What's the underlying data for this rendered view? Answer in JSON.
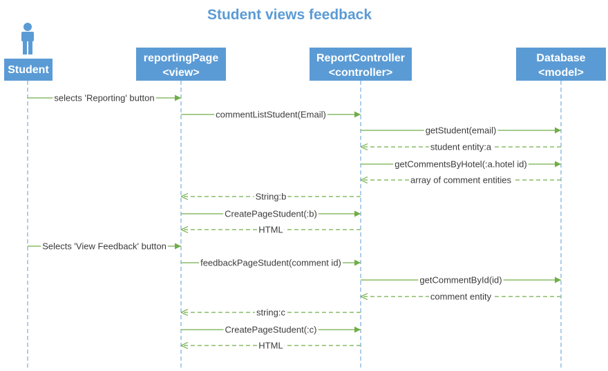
{
  "title": "Student views feedback",
  "colors": {
    "lifeline_box": "#5B9BD5",
    "message": "#70AD47",
    "title": "#5B9BD5"
  },
  "participants": [
    {
      "id": "student",
      "name": "Student",
      "stereotype": "",
      "kind": "actor",
      "icon": "person-icon"
    },
    {
      "id": "view",
      "name": "reportingPage",
      "stereotype": "<view>",
      "kind": "box"
    },
    {
      "id": "controller",
      "name": "ReportController",
      "stereotype": "<controller>",
      "kind": "box"
    },
    {
      "id": "model",
      "name": "Database",
      "stereotype": "<model>",
      "kind": "box"
    }
  ],
  "messages": [
    {
      "from": "student",
      "to": "view",
      "label": "selects 'Reporting' button",
      "style": "solid"
    },
    {
      "from": "view",
      "to": "controller",
      "label": "commentListStudent(Email)",
      "style": "solid"
    },
    {
      "from": "controller",
      "to": "model",
      "label": "getStudent(email)",
      "style": "solid"
    },
    {
      "from": "model",
      "to": "controller",
      "label": "student entity:a",
      "style": "dashed"
    },
    {
      "from": "controller",
      "to": "model",
      "label": "getCommentsByHotel(:a.hotel id)",
      "style": "solid"
    },
    {
      "from": "model",
      "to": "controller",
      "label": "array of comment entities",
      "style": "dashed"
    },
    {
      "from": "controller",
      "to": "view",
      "label": "String:b",
      "style": "dashed"
    },
    {
      "from": "view",
      "to": "controller",
      "label": "CreatePageStudent(:b)",
      "style": "solid"
    },
    {
      "from": "controller",
      "to": "view",
      "label": "HTML",
      "style": "dashed"
    },
    {
      "from": "student",
      "to": "view",
      "label": "Selects 'View Feedback' button",
      "style": "solid"
    },
    {
      "from": "view",
      "to": "controller",
      "label": "feedbackPageStudent(comment id)",
      "style": "solid"
    },
    {
      "from": "controller",
      "to": "model",
      "label": "getCommentById(id)",
      "style": "solid"
    },
    {
      "from": "model",
      "to": "controller",
      "label": "comment entity",
      "style": "dashed"
    },
    {
      "from": "controller",
      "to": "view",
      "label": "string:c",
      "style": "dashed"
    },
    {
      "from": "view",
      "to": "controller",
      "label": "CreatePageStudent(:c)",
      "style": "solid"
    },
    {
      "from": "controller",
      "to": "view",
      "label": "HTML",
      "style": "dashed"
    }
  ]
}
